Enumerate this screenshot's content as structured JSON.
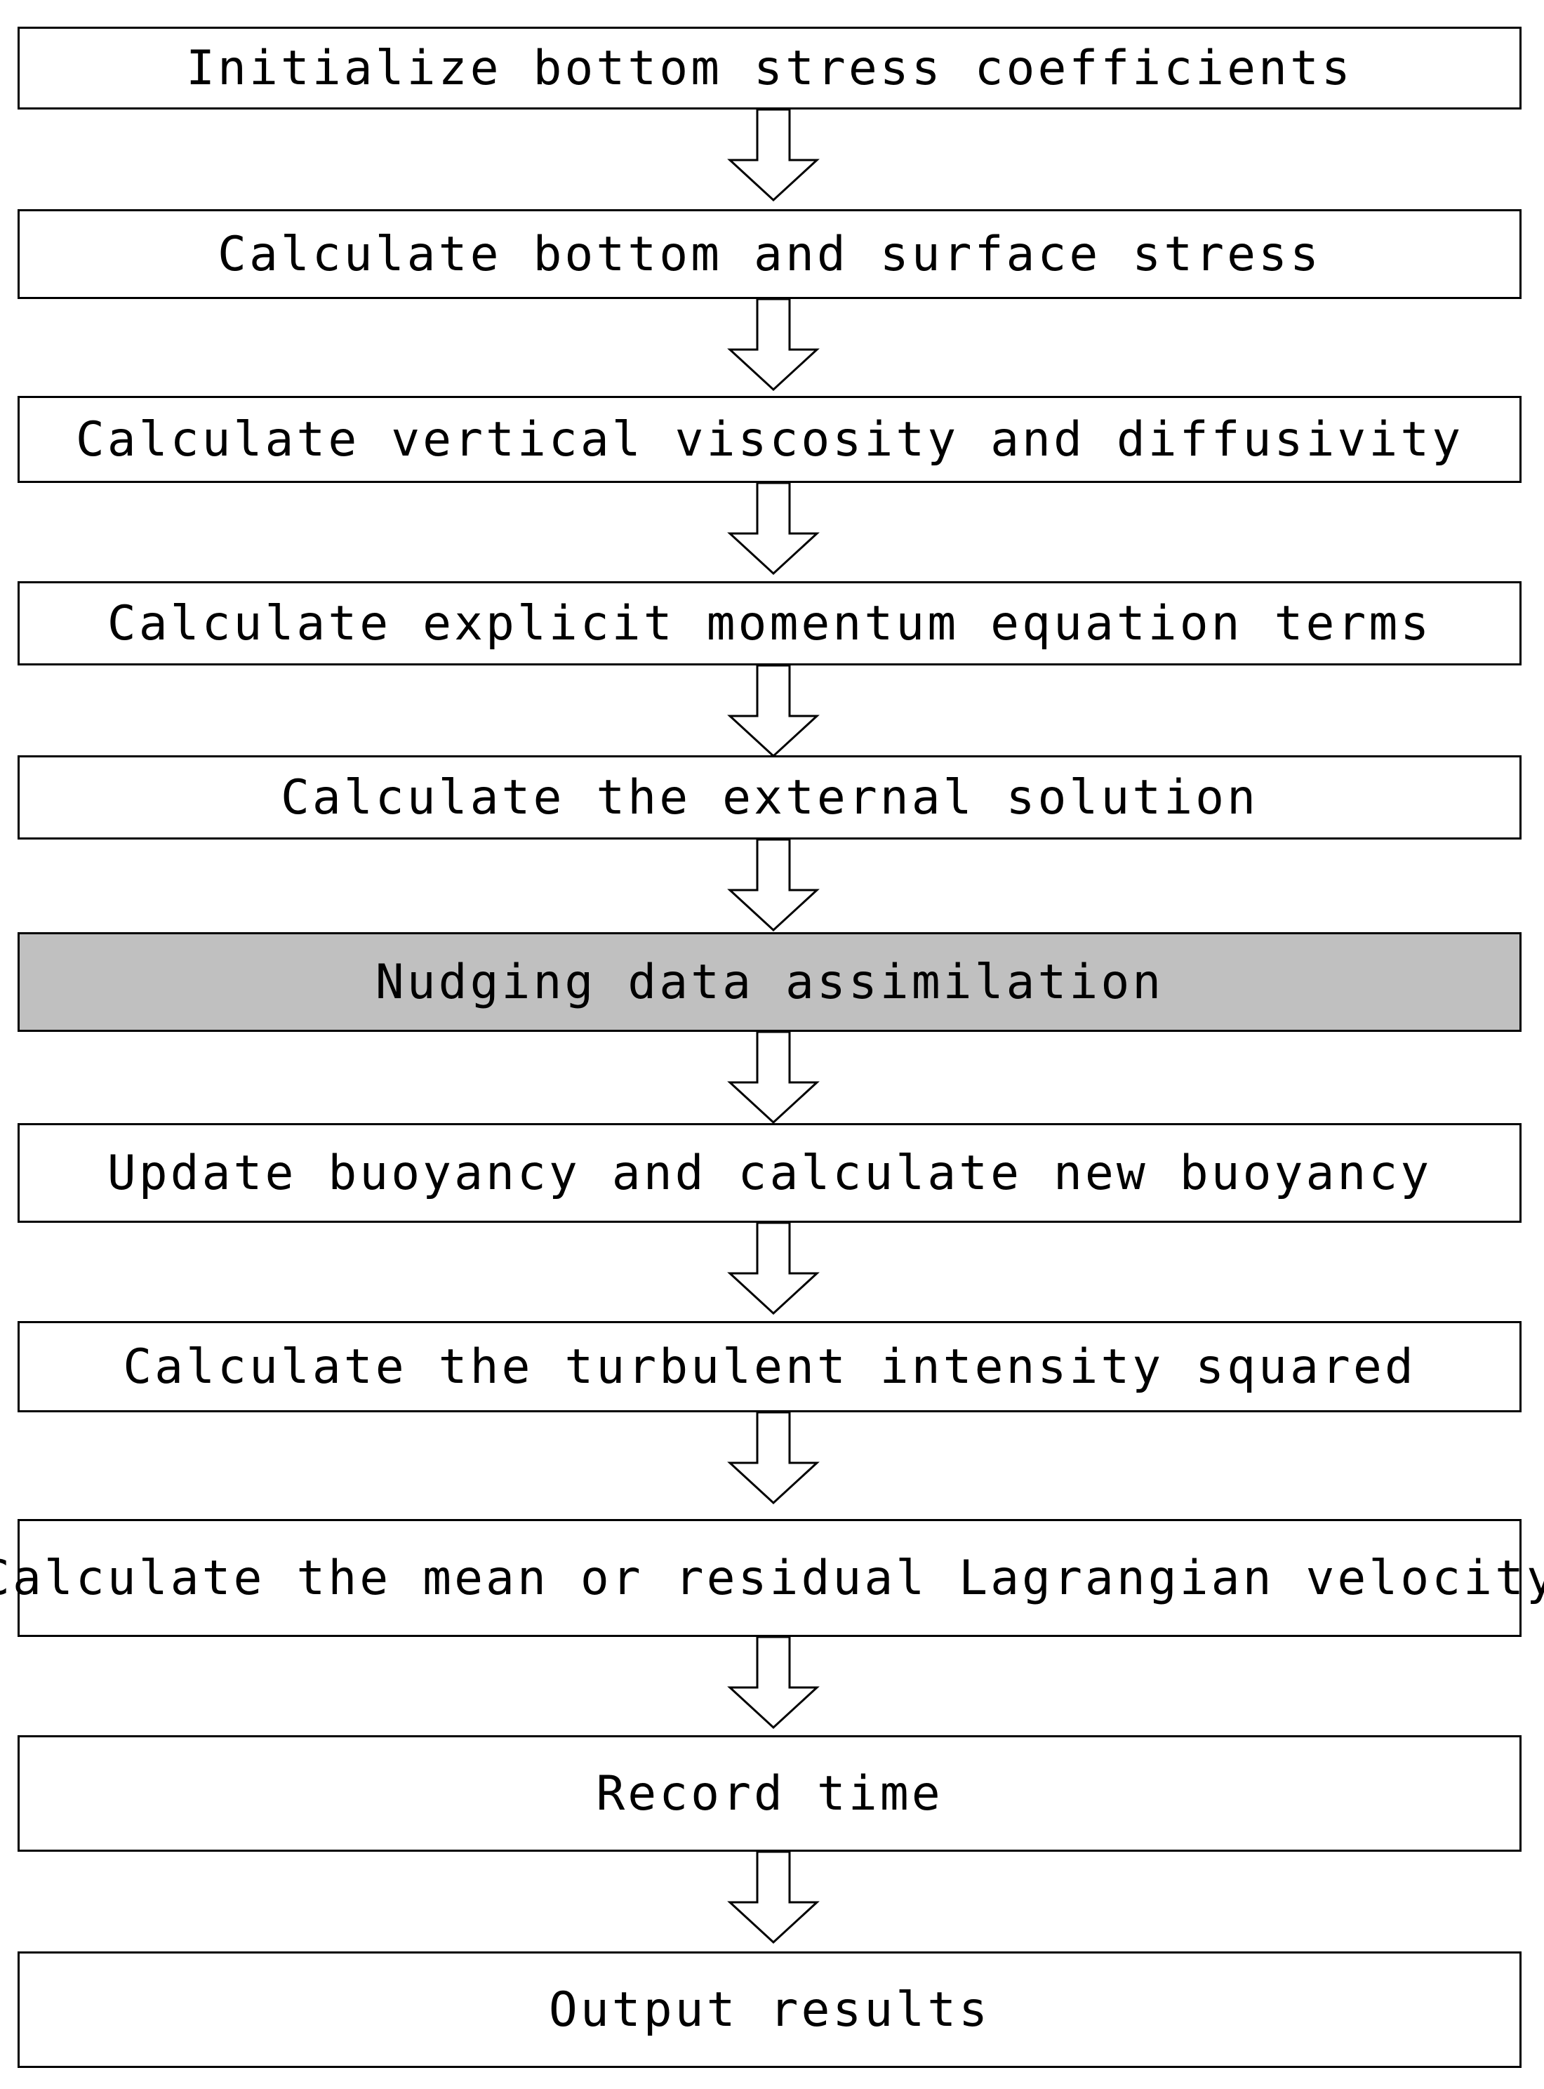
{
  "diagram": {
    "steps": [
      {
        "label": "Initialize bottom stress coefficients",
        "highlighted": false
      },
      {
        "label": "Calculate bottom and surface stress",
        "highlighted": false
      },
      {
        "label": "Calculate vertical viscosity and diffusivity",
        "highlighted": false
      },
      {
        "label": "Calculate explicit momentum equation terms",
        "highlighted": false
      },
      {
        "label": "Calculate the external solution",
        "highlighted": false
      },
      {
        "label": "Nudging data assimilation",
        "highlighted": true
      },
      {
        "label": "Update buoyancy and calculate new buoyancy",
        "highlighted": false
      },
      {
        "label": "Calculate the turbulent intensity squared",
        "highlighted": false
      },
      {
        "label": "Calculate the mean or residual Lagrangian velocity",
        "highlighted": false
      },
      {
        "label": "Record time",
        "highlighted": false
      },
      {
        "label": "Output results",
        "highlighted": false
      }
    ],
    "colors": {
      "border": "#000000",
      "box_fill": "#ffffff",
      "highlight_fill": "#c0c0c0",
      "arrow_fill": "#ffffff"
    }
  }
}
